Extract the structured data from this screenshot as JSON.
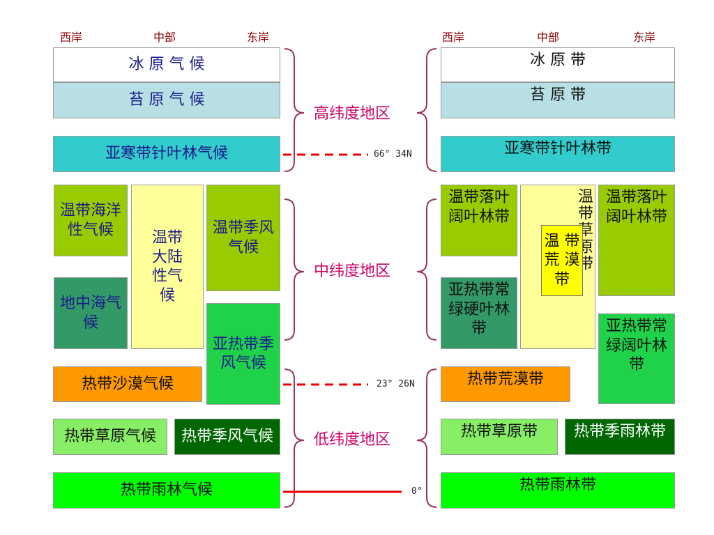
{
  "headers": {
    "left": {
      "west": "西岸",
      "central": "中部",
      "east": "东岸"
    },
    "right": {
      "west": "西岸",
      "central": "中部",
      "east": "东岸"
    }
  },
  "regions": {
    "high": "高纬度地区",
    "mid": "中纬度地区",
    "low": "低纬度地区"
  },
  "latitudes": {
    "arctic": "66° 34N",
    "tropic": "23° 26N",
    "equator": "0°"
  },
  "climates": {
    "ice_cap": "冰 原 气 候",
    "tundra": "苔 原 气 候",
    "subarctic": "亚寒带针叶林气候",
    "temperate_marine": "温带海洋性气候",
    "temperate_continental": "温带大陆性气候",
    "temperate_monsoon": "温带季风气候",
    "mediterranean": "地中海气候",
    "subtropical_monsoon": "亚热带季风气候",
    "tropical_desert": "热带沙漠气候",
    "tropical_savanna": "热带草原气候",
    "tropical_monsoon": "热带季风气候",
    "tropical_rainforest": "热带雨林气候"
  },
  "zones": {
    "ice_cap": "冰 原 带",
    "tundra": "苔 原 带",
    "taiga": "亚寒带针叶林带",
    "deciduous_west": "温带落叶阔叶林带",
    "steppe": "温带草原带",
    "desert": "温 带荒 漠带",
    "deciduous_east": "温带落叶阔叶林带",
    "sclerophyll": "亚热带常绿硬叶林带",
    "evergreen_broadleaf": "亚热带常绿阔叶林带",
    "tropical_desert": "热带荒漠带",
    "tropical_savanna": "热带草原带",
    "tropical_monsoon_forest": "热带季雨林带",
    "tropical_rainforest": "热带雨林带"
  },
  "colors": {
    "ice": "#ffffff",
    "tundra": "#b8e0e4",
    "taiga": "#33cccc",
    "olive_green": "#99cc00",
    "pale_yellow": "#ffff99",
    "yellow": "#ffff00",
    "sea_green": "#339966",
    "bright_green": "#1fd24a",
    "orange": "#ff9900",
    "light_green": "#88ee66",
    "dark_green": "#006600",
    "lime": "#00ff00",
    "brace": "#993366",
    "lat_line": "#ee0000"
  }
}
